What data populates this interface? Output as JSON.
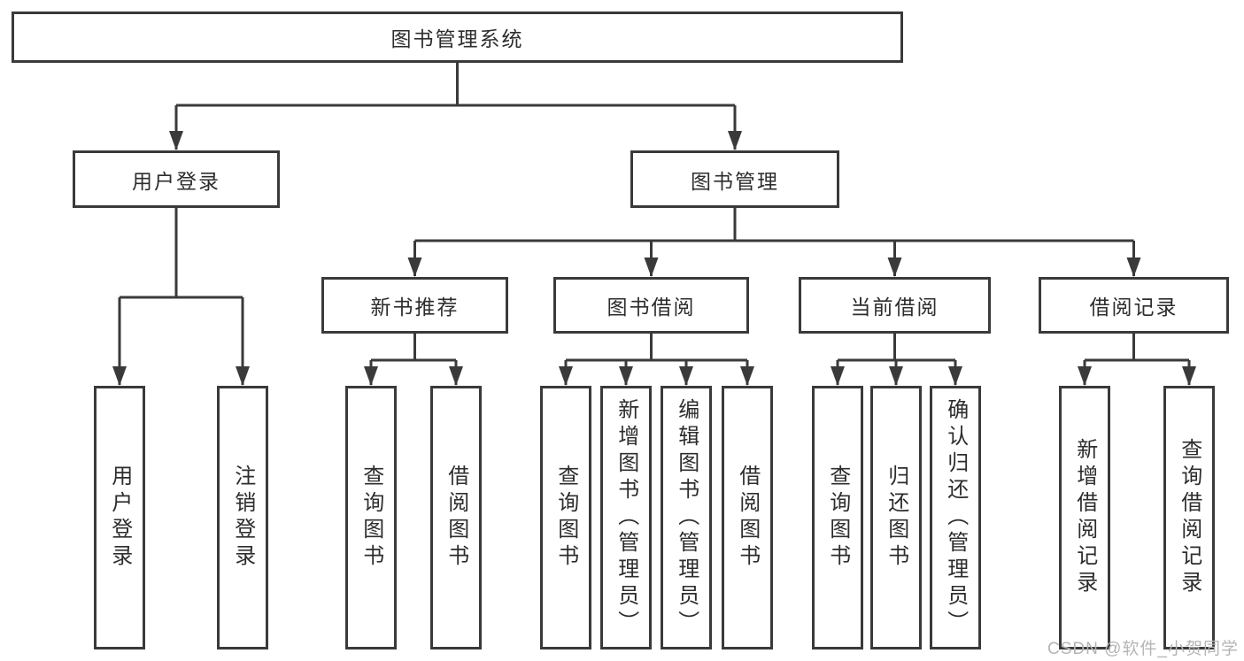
{
  "root": {
    "label": "图书管理系统"
  },
  "branches": [
    {
      "label": "用户登录",
      "children": [
        {
          "label": "用户登录"
        },
        {
          "label": "注销登录"
        }
      ]
    },
    {
      "label": "图书管理",
      "children": [
        {
          "label": "新书推荐",
          "children": [
            {
              "label": "查询图书"
            },
            {
              "label": "借阅图书"
            }
          ]
        },
        {
          "label": "图书借阅",
          "children": [
            {
              "label": "查询图书"
            },
            {
              "label": "新增图书（管理员）"
            },
            {
              "label": "编辑图书（管理员）"
            },
            {
              "label": "借阅图书"
            }
          ]
        },
        {
          "label": "当前借阅",
          "children": [
            {
              "label": "查询图书"
            },
            {
              "label": "归还图书"
            },
            {
              "label": "确认归还（管理员）"
            }
          ]
        },
        {
          "label": "借阅记录",
          "children": [
            {
              "label": "新增借阅记录"
            },
            {
              "label": "查询借阅记录"
            }
          ]
        }
      ]
    }
  ],
  "watermark": {
    "text": "CSDN @软件_小贺同学"
  },
  "colors": {
    "line": "#3a3a3a",
    "text": "#2d2d2d",
    "background": "#ffffff",
    "watermark_text": "#b5b5b5"
  }
}
